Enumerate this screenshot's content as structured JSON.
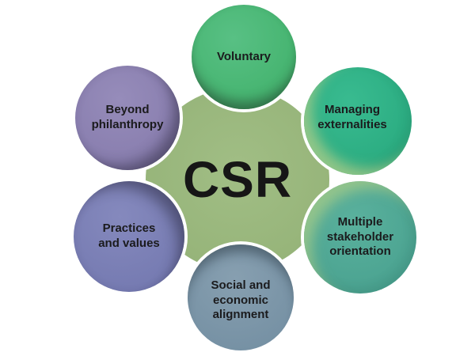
{
  "diagram": {
    "background": "#FFFFFF",
    "text_color": "#1B1B1D",
    "center": {
      "label": "CSR",
      "color": "#95B378"
    },
    "nodes": [
      {
        "id": "voluntary",
        "label": "Voluntary",
        "color": "#4AB873"
      },
      {
        "id": "managing-externalities",
        "label": "Managing\nexternalities",
        "color": "#2DB286"
      },
      {
        "id": "multiple-stakeholder-orientation",
        "label": "Multiple\nstakeholder\norientation",
        "color": "#4FAB97"
      },
      {
        "id": "social-and-economic-alignment",
        "label": "Social and\neconomic\nalignment",
        "color": "#7D94A6"
      },
      {
        "id": "practices-and-values",
        "label": "Practices\nand values",
        "color": "#7B7FB6"
      },
      {
        "id": "beyond-philanthropy",
        "label": "Beyond\nphilanthropy",
        "color": "#8E83B2"
      }
    ]
  }
}
